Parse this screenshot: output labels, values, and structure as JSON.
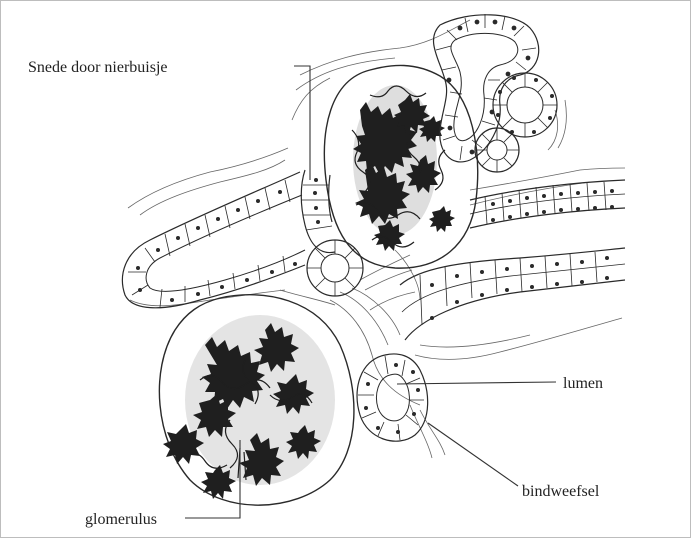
{
  "figure": {
    "labels": {
      "tubule_section": "Snede door nierbuisje",
      "lumen": "lumen",
      "connective_tissue": "bindweefsel",
      "glomerulus": "glomerulus"
    }
  },
  "colors": {
    "ink": "#2a2a2a",
    "background": "#ffffff",
    "frame": "#bdbdbd"
  }
}
